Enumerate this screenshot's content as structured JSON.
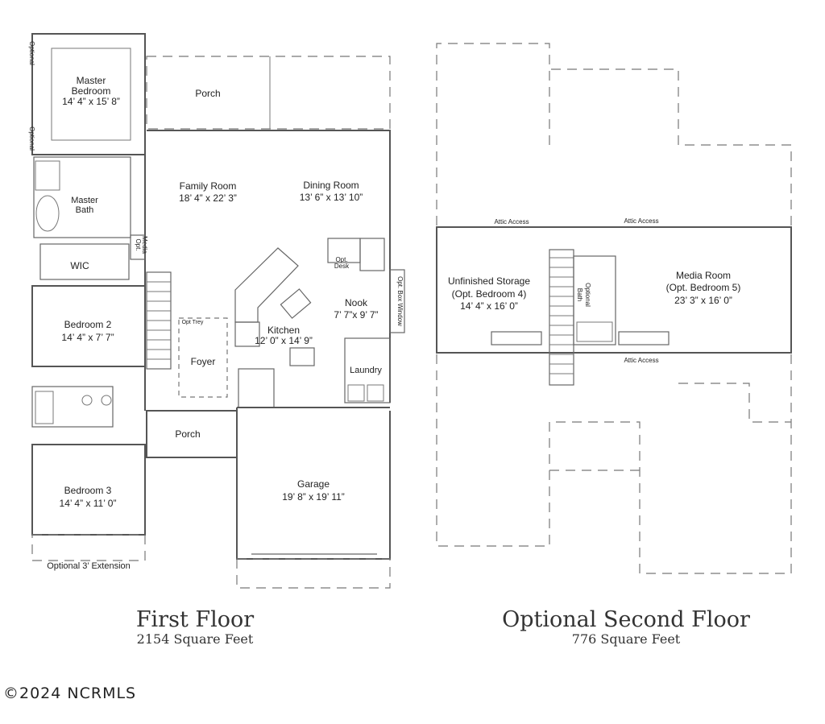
{
  "first_floor": {
    "title": "First Floor",
    "area": "2154 Square Feet",
    "rooms": {
      "master_name1": "Master",
      "master_name2": "Bedroom",
      "master_dim": "14’ 4” x 15’ 8”",
      "porch_rear": "Porch",
      "master_bath1": "Master",
      "master_bath2": "Bath",
      "family_name": "Family Room",
      "family_dim": "18’ 4” x 22’ 3”",
      "dining_name": "Dining Room",
      "dining_dim": "13’ 6” x 13’ 10”",
      "wic": "WIC",
      "opt_media1": "Opt.",
      "opt_media2": "Media",
      "opt_desk1": "Opt.",
      "opt_desk2": "Desk",
      "opt_box_window": "Opt. Box Window",
      "nook_name": "Nook",
      "nook_dim": "7’ 7”x 9’ 7”",
      "bedroom2_name": "Bedroom 2",
      "bedroom2_dim": "14’ 4” x 7’ 7”",
      "opt_trey": "Opt Trey",
      "kitchen_name": "Kitchen",
      "kitchen_dim": "12’ 0” x 14’ 9”",
      "foyer": "Foyer",
      "laundry": "Laundry",
      "porch_front": "Porch",
      "garage_name": "Garage",
      "garage_dim": "19’ 8” x 19’ 11”",
      "bedroom3_name": "Bedroom 3",
      "bedroom3_dim": "14’ 4” x 11’ 0”",
      "optional_left_top": "Optional",
      "optional_left_bottom": "Optional",
      "extension": "Optional 3’ Extension"
    }
  },
  "second_floor": {
    "title": "Optional Second Floor",
    "area": "776 Square Feet",
    "rooms": {
      "attic_access_1": "Attic Access",
      "attic_access_2": "Attic Access",
      "attic_access_3": "Attic Access",
      "storage_name": "Unfinished Storage",
      "storage_opt": "(Opt. Bedroom 4)",
      "storage_dim": "14’ 4” x 16’ 0”",
      "optional_bath1": "Optional",
      "optional_bath2": "Bath",
      "media_name": "Media Room",
      "media_opt": "(Opt. Bedroom 5)",
      "media_dim": "23’ 3” x 16’ 0”"
    }
  },
  "watermark": "©2024 NCRMLS"
}
